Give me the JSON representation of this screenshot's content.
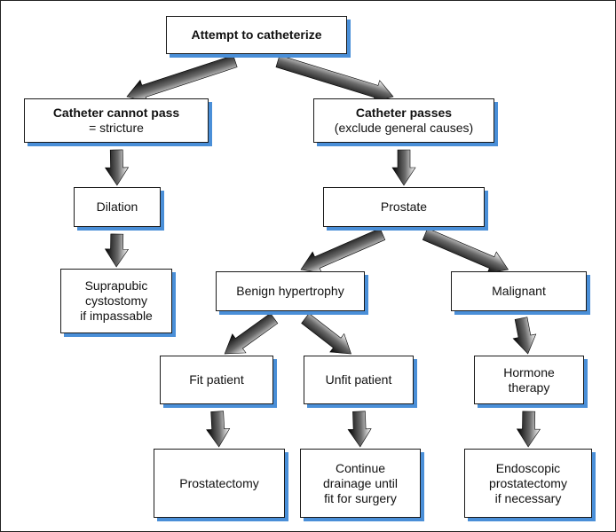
{
  "diagram": {
    "nodes": {
      "attempt": {
        "lines": [
          "Attempt to catheterize"
        ],
        "bold_first": true
      },
      "cannot_pass": {
        "lines": [
          "Catheter cannot pass",
          "= stricture"
        ],
        "bold_first": true
      },
      "passes": {
        "lines": [
          "Catheter passes",
          "(exclude general causes)"
        ],
        "bold_first": true
      },
      "dilation": {
        "lines": [
          "Dilation"
        ]
      },
      "suprapubic": {
        "lines": [
          "Suprapubic",
          "cystostomy",
          "if impassable"
        ]
      },
      "prostate": {
        "lines": [
          "Prostate"
        ]
      },
      "benign": {
        "lines": [
          "Benign hypertrophy"
        ]
      },
      "malignant": {
        "lines": [
          "Malignant"
        ]
      },
      "fit": {
        "lines": [
          "Fit patient"
        ]
      },
      "unfit": {
        "lines": [
          "Unfit patient"
        ]
      },
      "hormone": {
        "lines": [
          "Hormone",
          "therapy"
        ]
      },
      "prostatectomy": {
        "lines": [
          "Prostatectomy"
        ]
      },
      "continue": {
        "lines": [
          "Continue",
          "drainage until",
          "fit for surgery"
        ]
      },
      "endoscopic": {
        "lines": [
          "Endoscopic",
          "prostatectomy",
          "if necessary"
        ]
      }
    },
    "edges": [
      [
        "attempt",
        "cannot_pass"
      ],
      [
        "attempt",
        "passes"
      ],
      [
        "cannot_pass",
        "dilation"
      ],
      [
        "dilation",
        "suprapubic"
      ],
      [
        "passes",
        "prostate"
      ],
      [
        "prostate",
        "benign"
      ],
      [
        "prostate",
        "malignant"
      ],
      [
        "benign",
        "fit"
      ],
      [
        "benign",
        "unfit"
      ],
      [
        "malignant",
        "hormone"
      ],
      [
        "fit",
        "prostatectomy"
      ],
      [
        "unfit",
        "continue"
      ],
      [
        "hormone",
        "endoscopic"
      ]
    ],
    "colors": {
      "box_shadow": "#4a8fd8",
      "arrow": "#111111",
      "border": "#1a1a1a"
    }
  }
}
